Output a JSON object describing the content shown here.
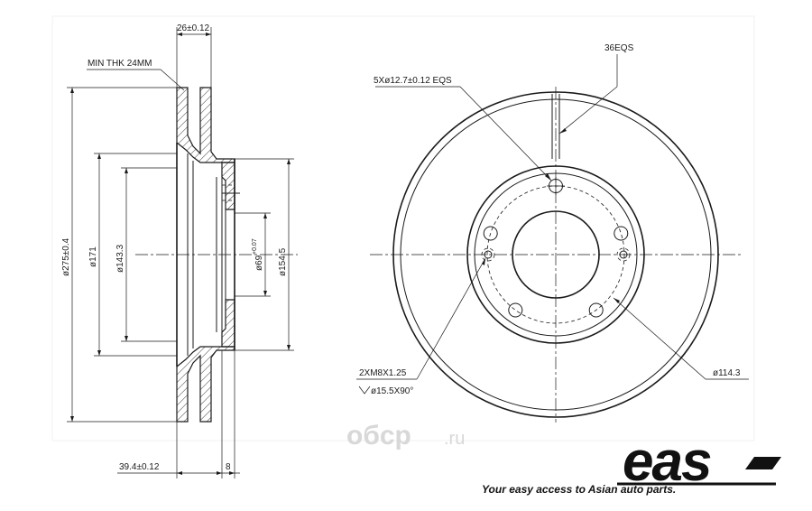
{
  "side_view": {
    "min_thk": "MIN THK 24MM",
    "thickness": "26±0.12",
    "dia_outer": "ø275±0.4",
    "dia_171": "ø171",
    "dia_143": "ø143.3",
    "dia_69": "ø69",
    "dia_69_tol": "+0.07",
    "dia_154": "ø154.5",
    "height": "39.4±0.12",
    "hub_thk": "8"
  },
  "front_view": {
    "eqs_top": "36EQS",
    "holes": "5Xø12.7±0.12 EQS",
    "thread": "2XM8X1.25",
    "chamfer": "ø15.5X90°",
    "pcd": "ø114.3"
  },
  "watermark": {
    "main": "oбcp",
    "suffix": ".ru"
  },
  "brand": {
    "logo": "eas",
    "tagline": "Your easy access to Asian auto parts."
  }
}
